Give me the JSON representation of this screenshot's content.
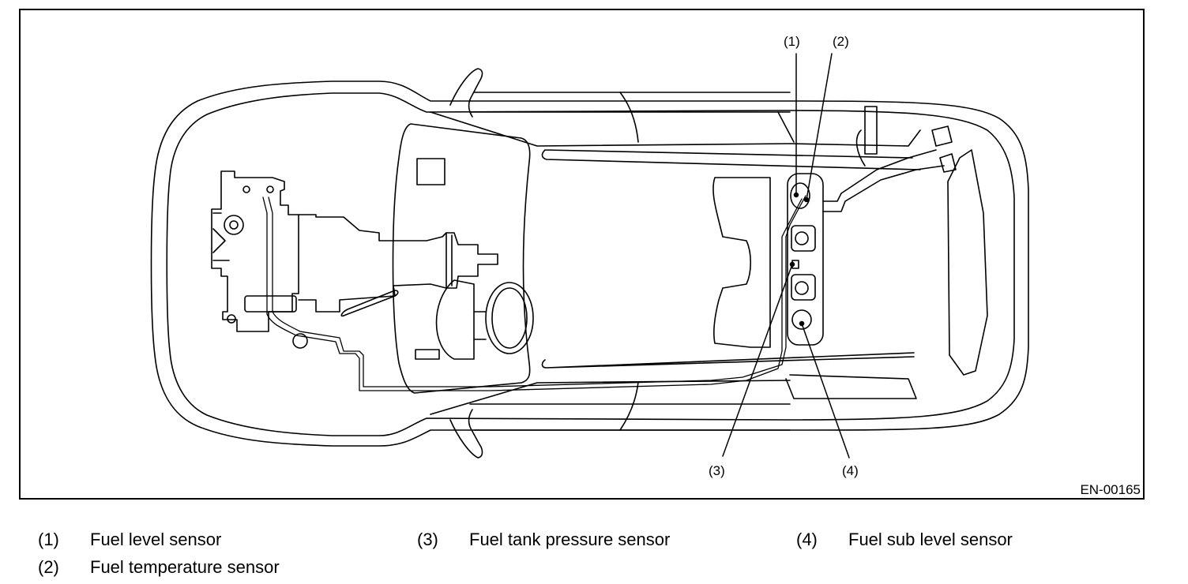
{
  "figure": {
    "id": "EN-00165",
    "subject": "Vehicle top view showing fuel tank sensors and fuel line routing",
    "callouts": [
      {
        "label": "(1)",
        "target": "fuel-level-sensor"
      },
      {
        "label": "(2)",
        "target": "fuel-temperature-sensor"
      },
      {
        "label": "(3)",
        "target": "fuel-tank-pressure-sensor"
      },
      {
        "label": "(4)",
        "target": "fuel-sub-level-sensor"
      }
    ]
  },
  "legend": [
    {
      "num": "(1)",
      "text": "Fuel level sensor"
    },
    {
      "num": "(2)",
      "text": "Fuel temperature sensor"
    },
    {
      "num": "(3)",
      "text": "Fuel tank pressure sensor"
    },
    {
      "num": "(4)",
      "text": "Fuel sub level sensor"
    }
  ],
  "colors": {
    "line": "#000000",
    "background": "#ffffff"
  }
}
